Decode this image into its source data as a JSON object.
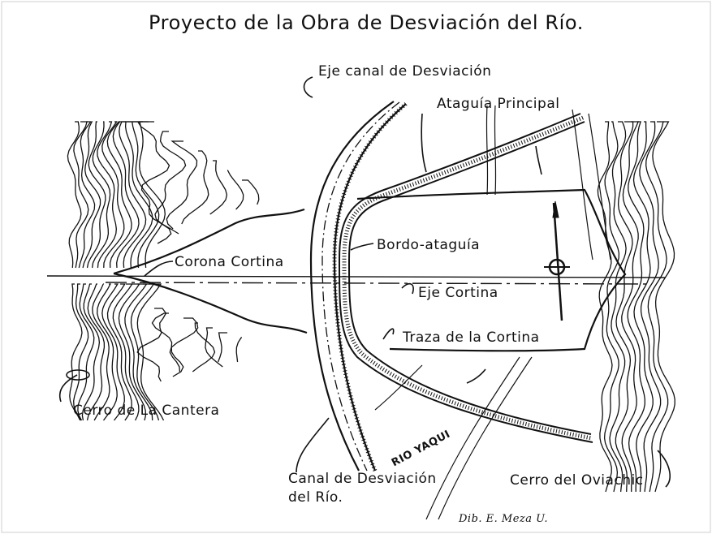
{
  "title": "Proyecto de la Obra de Desviación del Río.",
  "labels": {
    "eje_canal": "Eje canal de Desviación",
    "ataguia_principal": "Ataguía Principal",
    "bordo_ataguia": "Bordo-ataguía",
    "corona_cortina": "Corona Cortina",
    "eje_cortina": "Eje Cortina",
    "traza_cortina": "Traza de la Cortina",
    "cerro_cantera": "Cerro de La Cantera",
    "canal_desviacion_1": "Canal de Desviación",
    "canal_desviacion_2": "del Río.",
    "rio_yaqui": "RIO YAQUI",
    "cerro_oviachic": "Cerro del Oviachic"
  },
  "signature": "Dib. E. Meza U.",
  "colors": {
    "ink": "#111111",
    "paper": "#ffffff",
    "border": "#cfcfcf"
  }
}
